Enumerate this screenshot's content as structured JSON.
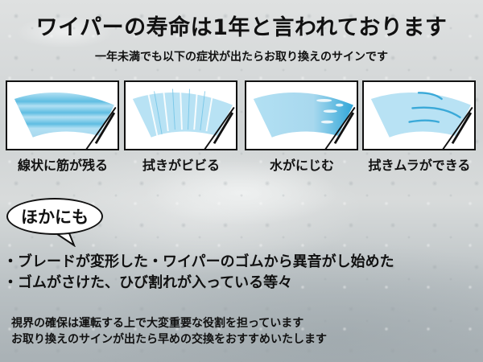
{
  "header": {
    "title": "ワイパーの寿命は1年と言われております",
    "subtitle": "一年未満でも以下の症状が出たらお取り換えのサインです"
  },
  "symptoms": [
    {
      "label": "線状に筋が残る",
      "icon": "streaks-illustration"
    },
    {
      "label": "拭きがビビる",
      "icon": "chatter-illustration"
    },
    {
      "label": "水がにじむ",
      "icon": "smear-illustration"
    },
    {
      "label": "拭きムラができる",
      "icon": "uneven-wipe-illustration"
    }
  ],
  "callout": {
    "label": "ほかにも"
  },
  "other_signs": [
    "・ブレードが変形した・ワイパーのゴムから異音がし始めた",
    "・ゴムがさけた、ひび割れが入っている等々"
  ],
  "footer": {
    "lines": [
      "視界の確保は運転する上で大変重要な役割を担っています",
      "お取り換えのサインが出たら早めの交換をおすすめいたします"
    ]
  },
  "colors": {
    "water": "#a8d8ee",
    "water_dark": "#4fb3dc",
    "wiper": "#111111"
  }
}
